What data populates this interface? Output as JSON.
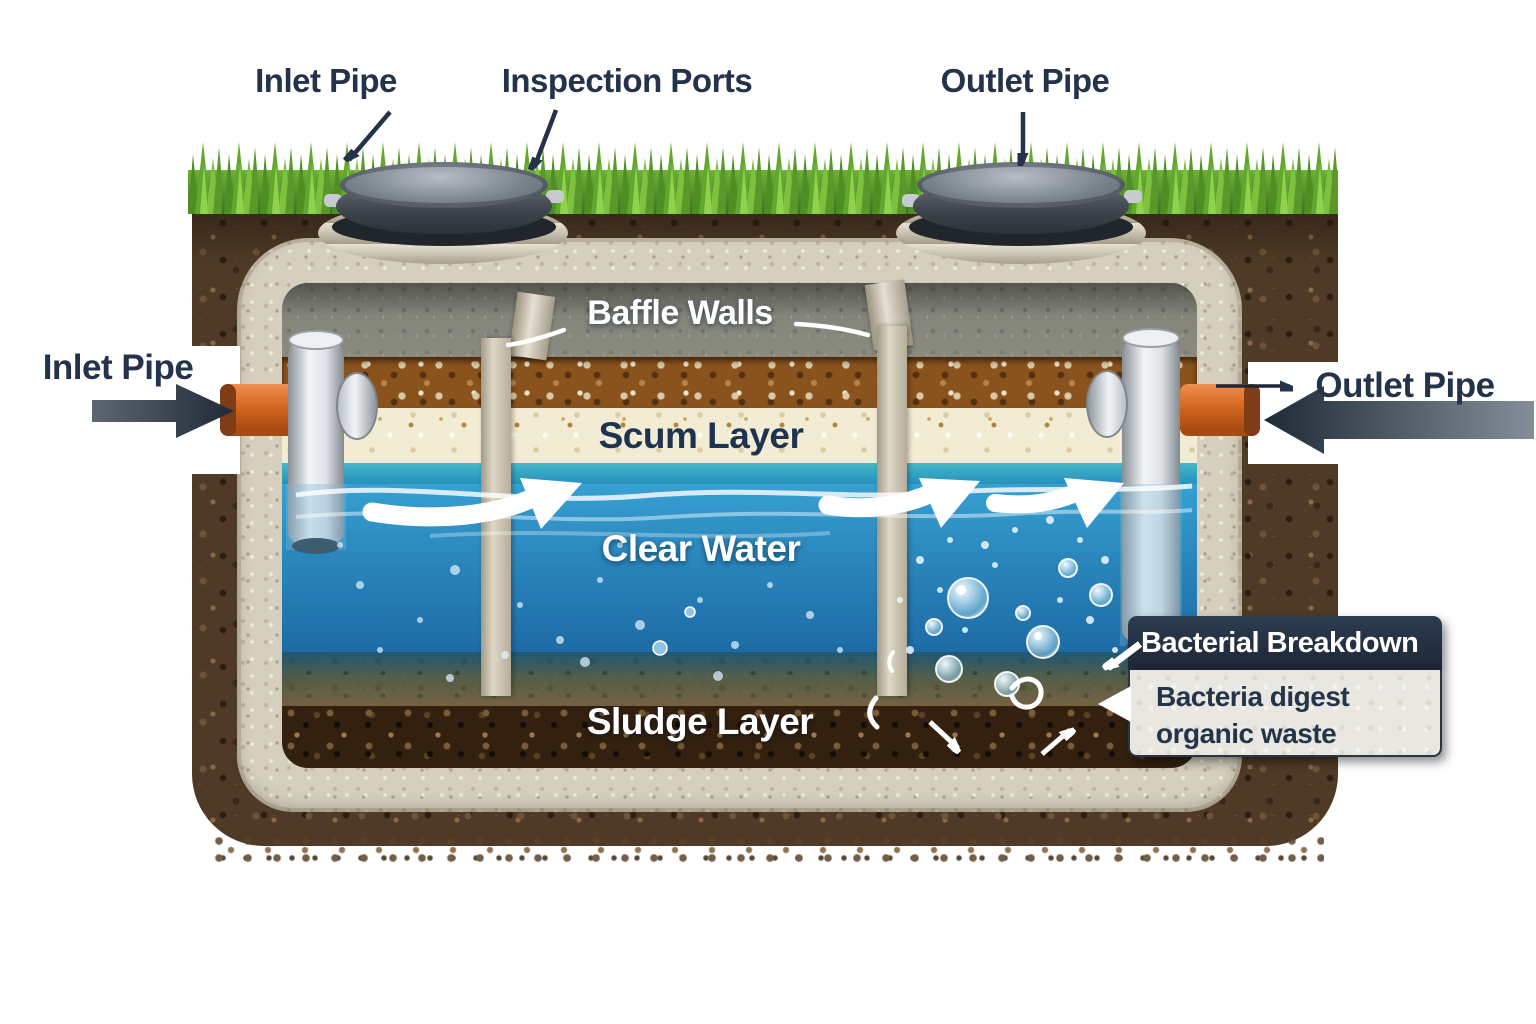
{
  "diagram": {
    "labels": {
      "inlet_pipe_top": "Inlet Pipe",
      "inspection_ports": "Inspection Ports",
      "outlet_pipe_top": "Outlet Pipe",
      "inlet_pipe_side": "Inlet Pipe",
      "outlet_pipe_side": "Outlet Pipe",
      "baffle_walls": "Baffle Walls",
      "scum_layer": "Scum Layer",
      "clear_water": "Clear Water",
      "sludge_layer": "Sludge Layer"
    },
    "callout": {
      "title": "Bacterial Breakdown",
      "body": "Bacteria digest organic waste"
    },
    "colors": {
      "label_navy": "#24334a",
      "water_blue": "#2a86bc",
      "teal_band": "#2ea7bf",
      "scum_cream": "#f3ecd4",
      "sludge_brown": "#33200e",
      "soil_brown": "#4e3a26",
      "concrete": "#d6cfbd",
      "grass_green": "#63a82e",
      "pipe_orange": "#d2661f",
      "pvc_white": "#f3f6f8",
      "callout_header_bg": "#1d2735",
      "callout_body_bg": "#e8e7e1",
      "flow_arrow_white": "#ffffff"
    }
  }
}
